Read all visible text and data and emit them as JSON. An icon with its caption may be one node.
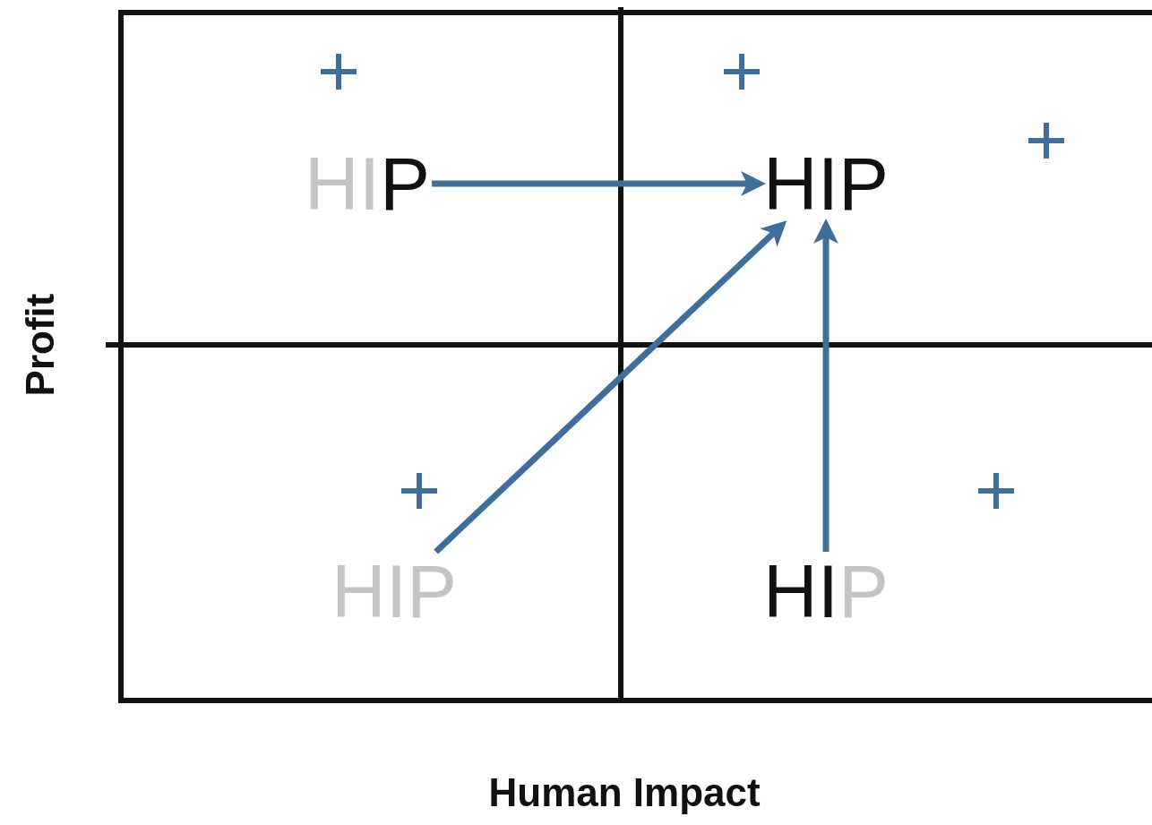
{
  "diagram": {
    "nodes": [
      {
        "text": [
          "HIP"
        ]
      },
      {
        "text": [
          "HIP"
        ]
      },
      {
        "text": [
          "HIP"
        ]
      },
      {
        "text": [
          "HIP"
        ]
      }
    ],
    "edges": [
      {
        "from": 0,
        "to": 1,
        "arrow": "to"
      },
      {
        "from": 2,
        "to": 1,
        "arrow": "to"
      },
      {
        "from": 3,
        "to": 1,
        "arrow": "to"
      }
    ],
    "labels": [
      "Profit",
      "Human Impact"
    ]
  }
}
